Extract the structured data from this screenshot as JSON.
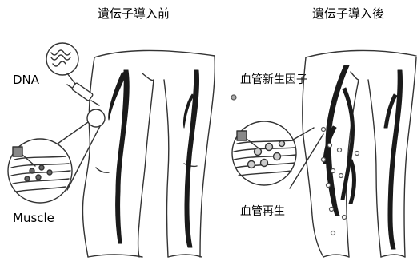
{
  "panels": {
    "before": {
      "title": "遺伝子導入前"
    },
    "after": {
      "title": "遺伝子導入後"
    }
  },
  "labels": {
    "dna": "DNA",
    "muscle": "Muscle",
    "vegf": "血管新生因子",
    "regeneration": "血管再生"
  }
}
